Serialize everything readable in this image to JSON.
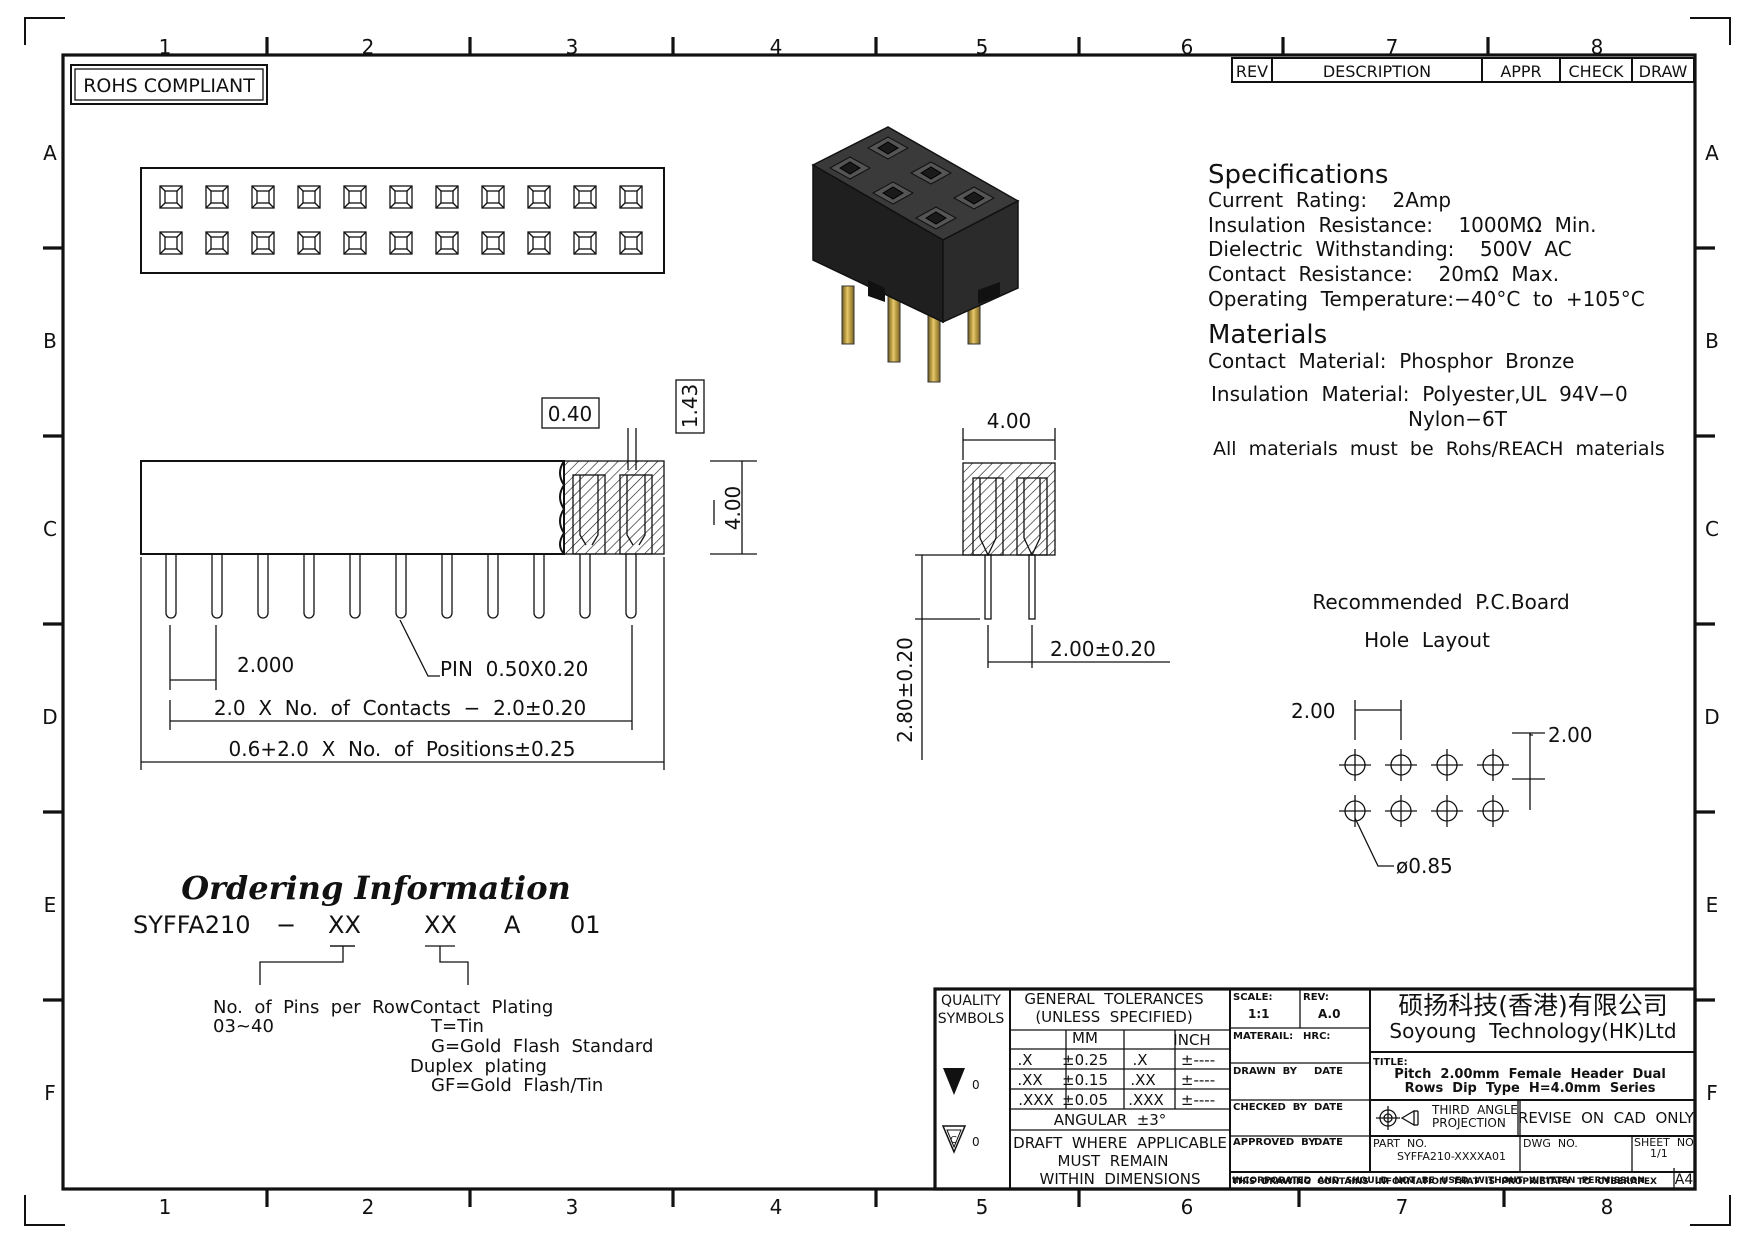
{
  "zones": {
    "columns": [
      "1",
      "2",
      "3",
      "4",
      "5",
      "6",
      "7",
      "8"
    ],
    "rows": [
      "A",
      "B",
      "C",
      "D",
      "E",
      "F"
    ]
  },
  "rohs": "ROHS COMPLIANT",
  "revision_table": {
    "rev": "REV",
    "description": "DESCRIPTION",
    "appr": "APPR",
    "check": "CHECK",
    "draw": "DRAW"
  },
  "specifications": {
    "heading": "Specifications",
    "lines": [
      "Current  Rating:    2Amp",
      "Insulation  Resistance:    1000MΩ  Min.",
      "Dielectric  Withstanding:    500V  AC",
      "Contact  Resistance:    20mΩ  Max.",
      "Operating  Temperature:−40°C  to  +105°C"
    ]
  },
  "materials": {
    "heading": "Materials",
    "contact": "Contact  Material:  Phosphor  Bronze",
    "insulation_1": "Insulation  Material:  Polyester,UL  94V−0",
    "insulation_2": "Nylon−6T",
    "note": "All  materials  must  be  Rohs/REACH  materials"
  },
  "dimensions": {
    "d040": "0.40",
    "d143": "1.43",
    "d400_side": "4.00",
    "d400_end": "4.00",
    "pitch": "2.000",
    "pin": "PIN  0.50X0.20",
    "contacts": "2.0  X  No.  of  Contacts  −  2.0±0.20",
    "positions": "0.6+2.0  X  No.  of  Positions±0.25",
    "tail": "2.80±0.20",
    "row_pitch": "2.00±0.20"
  },
  "pcb": {
    "title_1": "Recommended  P.C.Board",
    "title_2": "Hole  Layout",
    "dim_x": "2.00",
    "dim_y": "2.00",
    "hole": "ø0.85"
  },
  "ordering": {
    "heading": "Ordering Information",
    "code": [
      "SYFFA210",
      "−",
      "XX",
      "XX",
      "A",
      "01"
    ],
    "pins_label": "No.  of  Pins  per  Row",
    "pins_range": "03~40",
    "plating_label": "Contact  Plating",
    "plating_t": "T=Tin",
    "plating_g": "G=Gold  Flash  Standard",
    "plating_duplex": "Duplex  plating",
    "plating_gf": "GF=Gold  Flash/Tin"
  },
  "title_block": {
    "quality": "QUALITY",
    "symbols": "SYMBOLS",
    "gen_tol": "GENERAL  TOLERANCES",
    "unless": "(UNLESS  SPECIFIED)",
    "mm": "MM",
    "inch": "INCH",
    "tol_rows": [
      {
        "k": ".X",
        "v": "±0.25",
        "ik": ".X",
        "iv": "±----"
      },
      {
        "k": ".XX",
        "v": "±0.15",
        "ik": ".XX",
        "iv": "±----"
      },
      {
        "k": ".XXX",
        "v": "±0.05",
        "ik": ".XXX",
        "iv": "±----"
      }
    ],
    "angular": "ANGULAR  ±3°",
    "draft_1": "DRAFT  WHERE  APPLICABLE",
    "draft_2": "MUST  REMAIN",
    "draft_3": "WITHIN  DIMENSIONS",
    "sym_v1": "0",
    "sym_v2": "0",
    "sym_c": "C",
    "scale_label": "SCALE:",
    "scale_val": "1:1",
    "rev_label": "REV:",
    "rev_val": "A.0",
    "material_label": "MATERAIL:",
    "hrc_label": "HRC:",
    "drawn": "DRAWN  BY",
    "checked": "CHECKED  BY",
    "approved": "APPROVED  BY",
    "date": "DATE",
    "company_cn": "硕扬科技(香港)有限公司",
    "company_en": "Soyoung  Technology(HK)Ltd",
    "title_label": "TITLE:",
    "title_1": "Pitch  2.00mm  Female  Header  Dual",
    "title_2": "Rows  Dip  Type  H=4.0mm  Series",
    "projection_1": "THIRD  ANGLE",
    "projection_2": "PROJECTION",
    "revise": "REVISE  ON  CAD  ONLY",
    "part_no_label": "PART  NO.",
    "part_no": "SYFFA210-XXXXA01",
    "dwg_no_label": "DWG  NO.",
    "sheet_label": "SHEET  NO.",
    "sheet_val": "1/1",
    "notice_1": "THIS  DRAWING  CONTAINS  INFORMATION  THAT  IS  PROPRIETAPY  TO  CYBERAPEX",
    "notice_2": "INCORPORATED  AND  SHOULD  NOT  BE  USED  WITHOUT  WRITTEN  PERMISSION",
    "size": "A4"
  }
}
